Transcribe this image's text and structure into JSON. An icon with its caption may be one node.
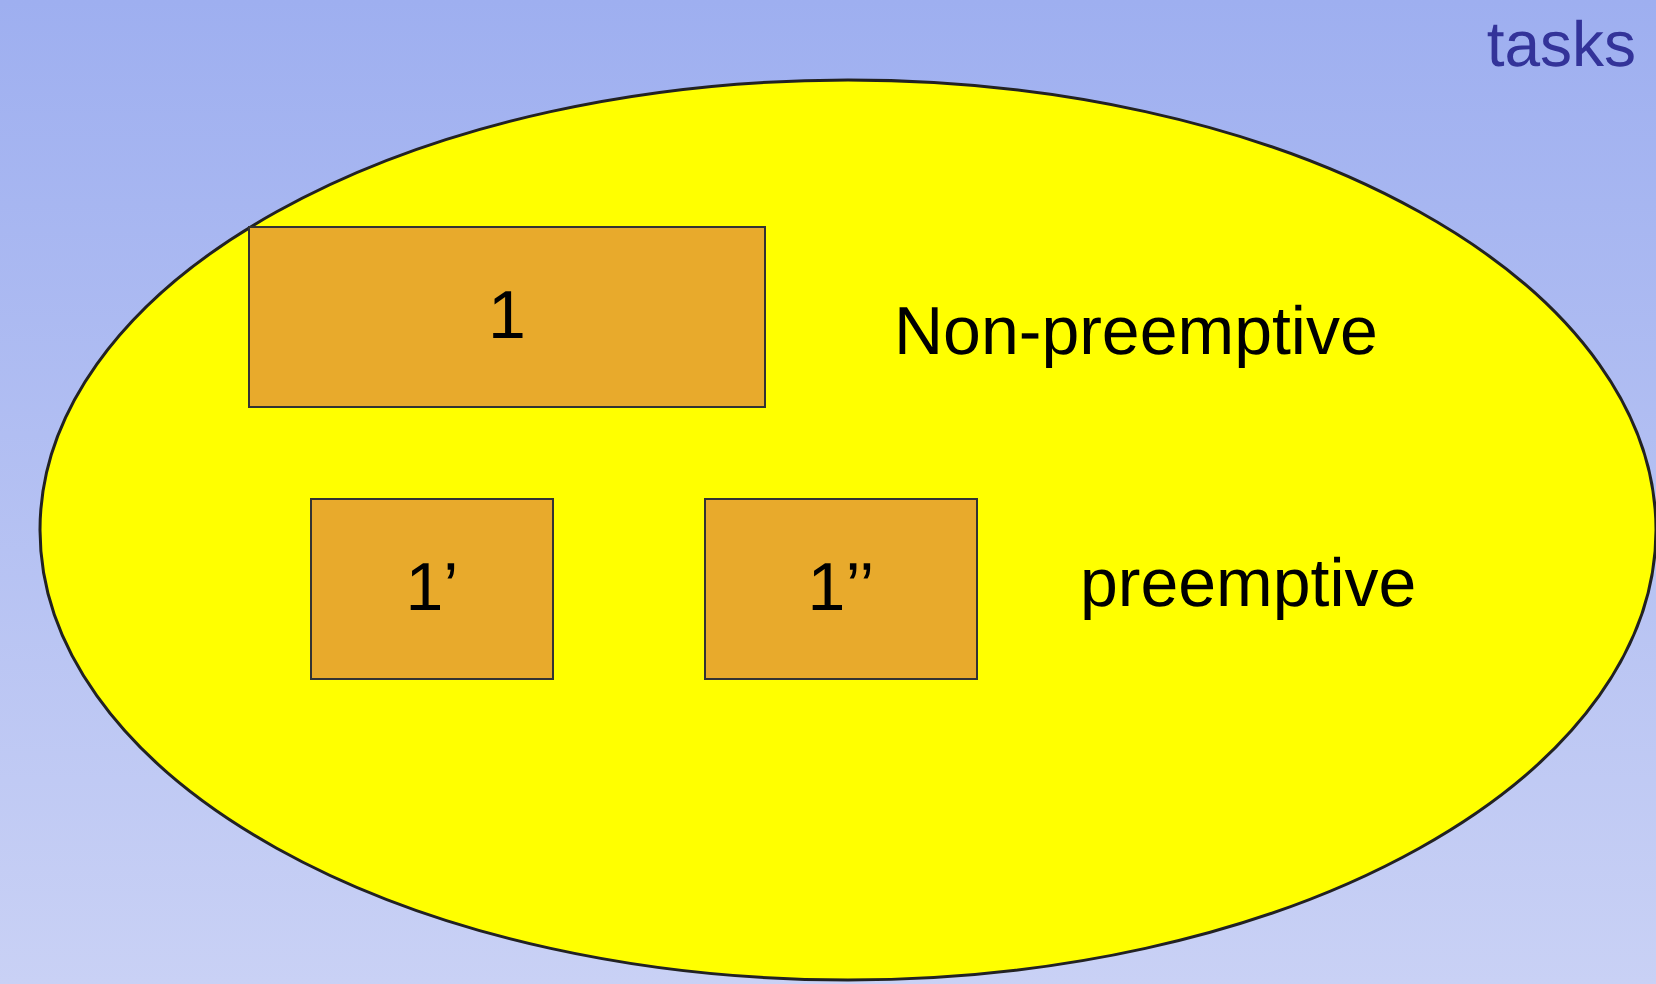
{
  "diagram": {
    "nodes": [
      {
        "text": [
          "tasks"
        ]
      },
      {
        "text": [
          "1"
        ],
        "in": 0
      },
      {
        "text": [
          "1’"
        ],
        "in": 0
      },
      {
        "text": [
          "1’’"
        ],
        "in": 0
      }
    ],
    "labels": [
      "Non-preemptive",
      "preemptive"
    ]
  }
}
